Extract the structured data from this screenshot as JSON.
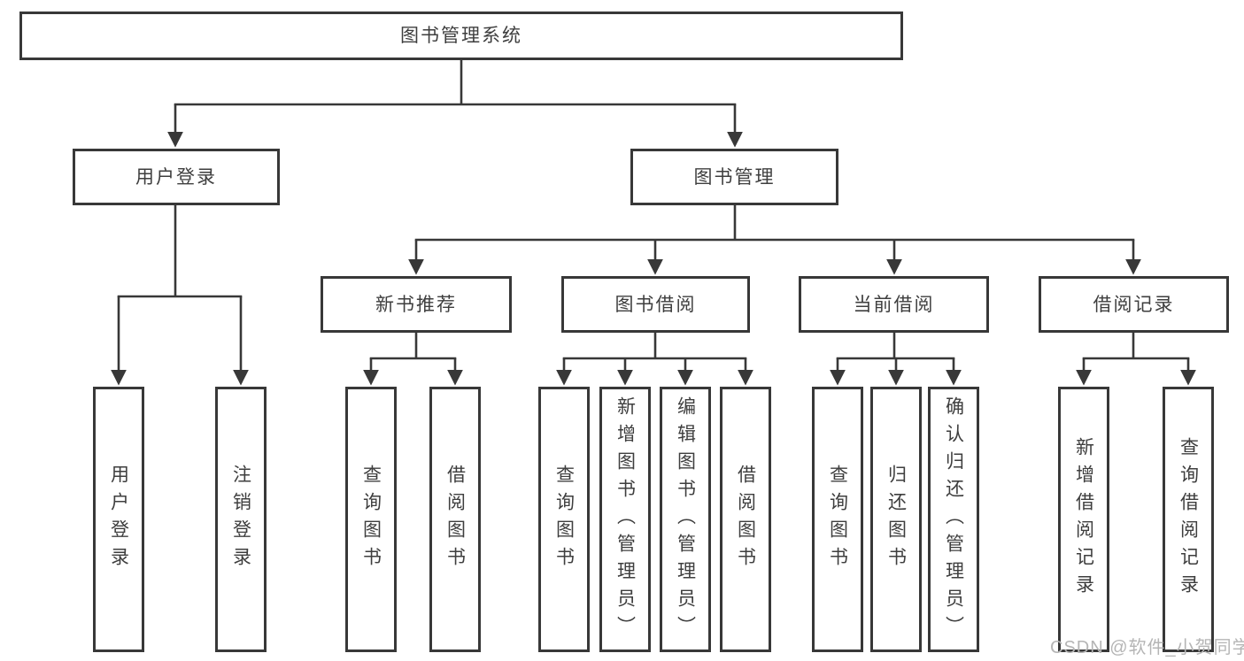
{
  "tree": {
    "label": "图书管理系统",
    "children": [
      {
        "label": "用户登录",
        "children": [
          {
            "label": "用户登录"
          },
          {
            "label": "注销登录"
          }
        ]
      },
      {
        "label": "图书管理",
        "children": [
          {
            "label": "新书推荐",
            "children": [
              {
                "label": "查询图书"
              },
              {
                "label": "借阅图书"
              }
            ]
          },
          {
            "label": "图书借阅",
            "children": [
              {
                "label": "查询图书"
              },
              {
                "label": "新增图书（管理员）"
              },
              {
                "label": "编辑图书（管理员）"
              },
              {
                "label": "借阅图书"
              }
            ]
          },
          {
            "label": "当前借阅",
            "children": [
              {
                "label": "查询图书"
              },
              {
                "label": "归还图书"
              },
              {
                "label": "确认归还（管理员）"
              }
            ]
          },
          {
            "label": "借阅记录",
            "children": [
              {
                "label": "新增借阅记录"
              },
              {
                "label": "查询借阅记录"
              }
            ]
          }
        ]
      }
    ]
  },
  "watermark": "CSDN @软件_小贺同学",
  "colors": {
    "line": "#383838",
    "box_border": "#383838",
    "box_fill": "#ffffff",
    "text": "#3e3e3e",
    "watermark": "#b5b5b5",
    "background": "#ffffff"
  }
}
